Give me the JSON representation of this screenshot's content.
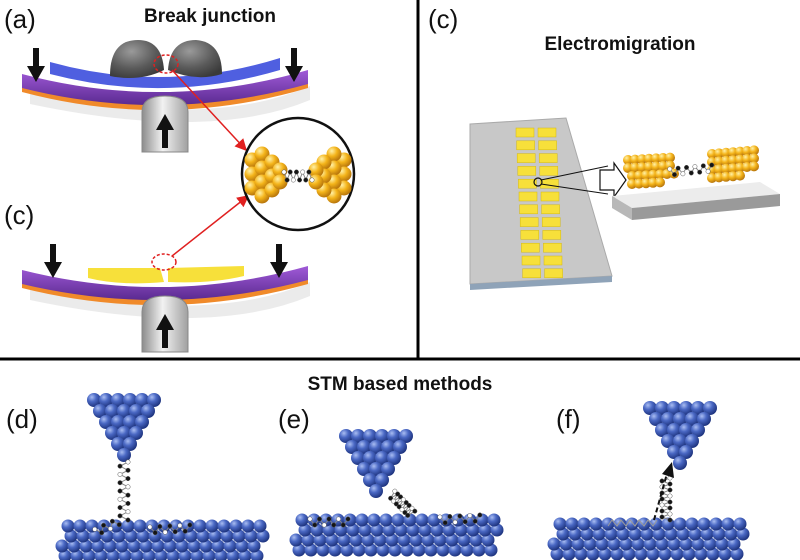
{
  "figure": {
    "titles": {
      "break_junction": "Break junction",
      "electromigration": "Electromigration",
      "stm": "STM based methods"
    },
    "panels": {
      "a": "(a)",
      "c_bottom": "(c)",
      "c_right": "(c)",
      "d": "(d)",
      "e": "(e)",
      "f": "(f)"
    },
    "colors": {
      "gold": "#f4b41a",
      "substrate_purple": "#7a3fb0",
      "substrate_orange": "#f08a2a",
      "blue_layer": "#4f5fe0",
      "atom_blue": "#3f5fb8",
      "chip_gray": "#c8c8c8",
      "pad_yellow": "#f7e03a",
      "arrow_red": "#e02020",
      "divider": "#000000"
    },
    "icons": [
      "down-arrow-icon",
      "up-arrow-icon",
      "magnifier-circle-icon",
      "hollow-arrow-icon"
    ]
  }
}
